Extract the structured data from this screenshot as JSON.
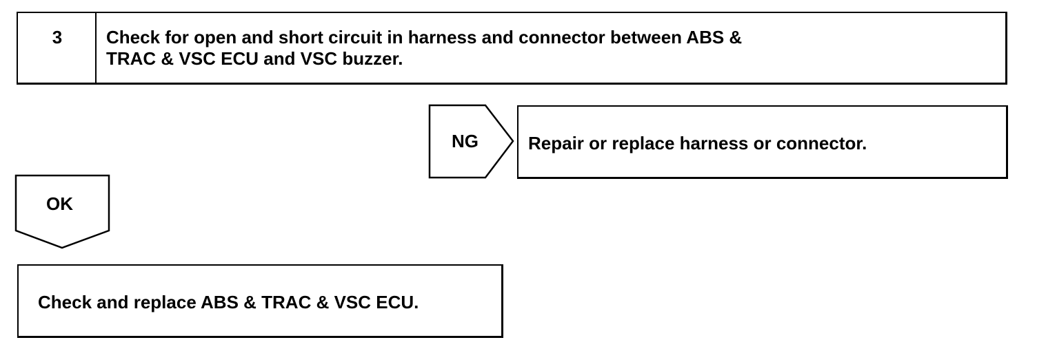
{
  "step": {
    "number": "3",
    "text_line1": "Check for open and short circuit in harness and connector between ABS &",
    "text_line2": "TRAC & VSC ECU and VSC buzzer."
  },
  "ng_branch": {
    "label": "NG",
    "result": "Repair or replace harness or connector."
  },
  "ok_branch": {
    "label": "OK",
    "result": "Check and replace ABS & TRAC & VSC ECU."
  }
}
